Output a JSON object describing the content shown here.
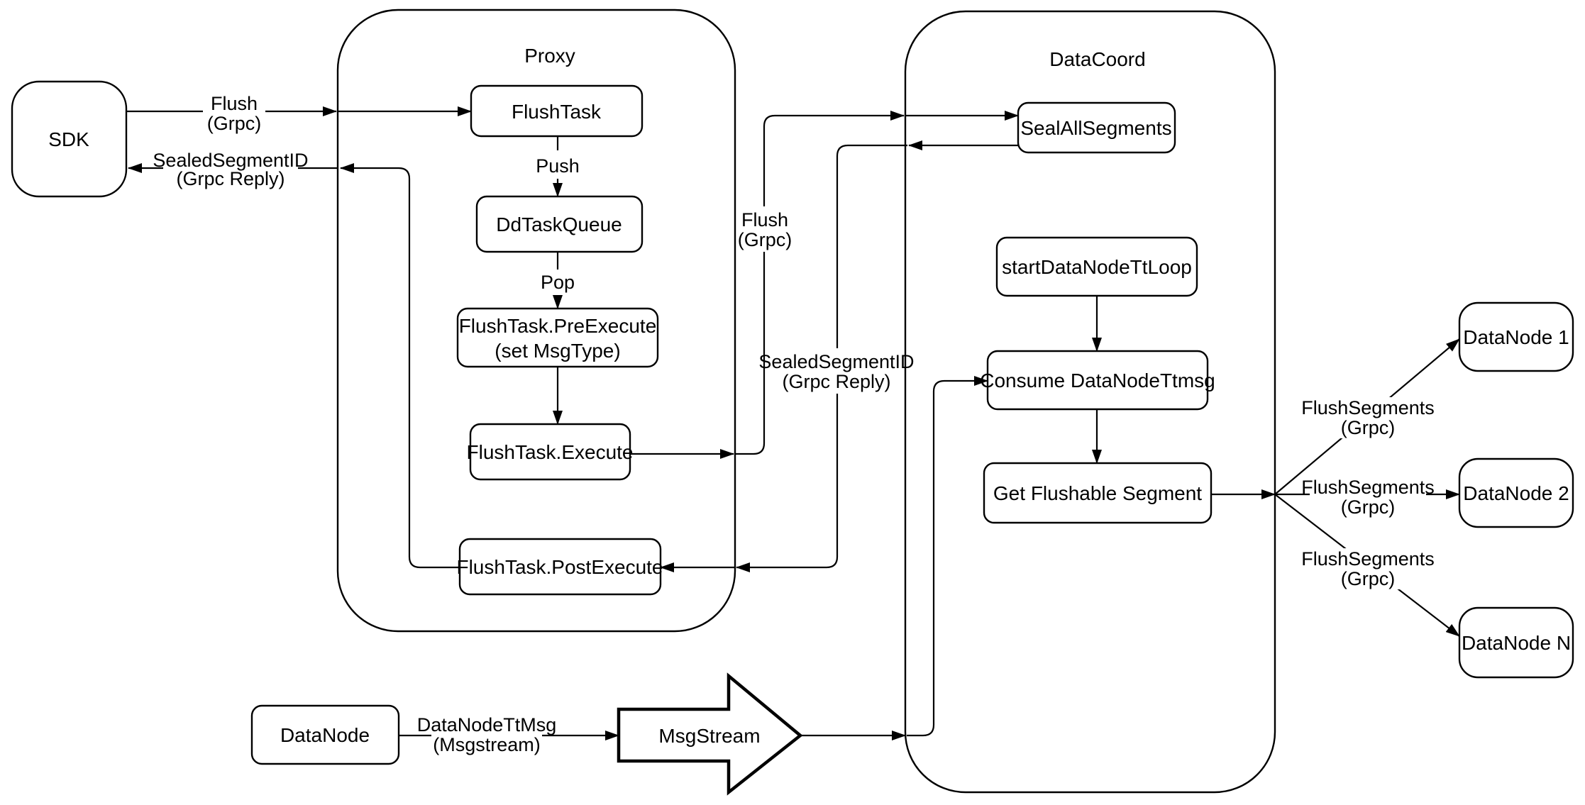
{
  "diagram": {
    "colors": {
      "background": "#ffffff",
      "stroke": "#000000",
      "node_fill": "#ffffff"
    },
    "containers": {
      "proxy": {
        "title": "Proxy"
      },
      "datacoord": {
        "title": "DataCoord"
      }
    },
    "nodes": {
      "sdk": {
        "label": "SDK"
      },
      "flush_task": {
        "label": "FlushTask"
      },
      "dd_task_queue": {
        "label": "DdTaskQueue"
      },
      "pre_execute": {
        "label_line1": "FlushTask.PreExecute",
        "label_line2": "(set MsgType)"
      },
      "execute": {
        "label": "FlushTask.Execute"
      },
      "post_execute": {
        "label": "FlushTask.PostExecute"
      },
      "seal_all_segments": {
        "label": "SealAllSegments"
      },
      "start_datanode_tt_loop": {
        "label": "startDataNodeTtLoop"
      },
      "consume_datanode_ttmsg": {
        "label": "Consume DataNodeTtmsg"
      },
      "get_flushable_segment": {
        "label": "Get Flushable Segment"
      },
      "datanode_1": {
        "label": "DataNode 1"
      },
      "datanode_2": {
        "label": "DataNode 2"
      },
      "datanode_n": {
        "label": "DataNode N"
      },
      "datanode_bottom": {
        "label": "DataNode"
      },
      "msgstream": {
        "label": "MsgStream"
      }
    },
    "edge_labels": {
      "flush_sdk": {
        "line1": "Flush",
        "line2": "(Grpc)"
      },
      "push": {
        "text": "Push"
      },
      "pop": {
        "text": "Pop"
      },
      "flush_grpc_mid": {
        "line1": "Flush",
        "line2": "(Grpc)"
      },
      "sealed_mid": {
        "line1": "SealedSegmentID",
        "line2": "(Grpc Reply)"
      },
      "sealed_sdk": {
        "line1": "SealedSegmentID",
        "line2": "(Grpc Reply)"
      },
      "flush_segments_1": {
        "line1": "FlushSegments",
        "line2": "(Grpc)"
      },
      "flush_segments_2": {
        "line1": "FlushSegments",
        "line2": "(Grpc)"
      },
      "flush_segments_3": {
        "line1": "FlushSegments",
        "line2": "(Grpc)"
      },
      "datanode_ttmsg": {
        "line1": "DataNodeTtMsg",
        "line2": "(Msgstream)"
      }
    }
  }
}
